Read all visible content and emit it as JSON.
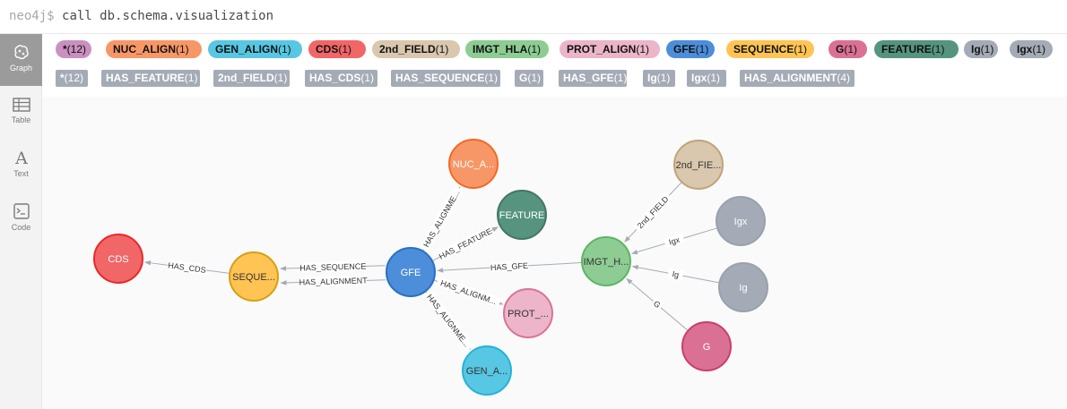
{
  "command": {
    "prompt": "neo4j$",
    "text": "call db.schema.visualization"
  },
  "sidebar": [
    {
      "label": "Graph",
      "icon": "graph-icon"
    },
    {
      "label": "Table",
      "icon": "table-icon"
    },
    {
      "label": "Text",
      "icon": "text-icon"
    },
    {
      "label": "Code",
      "icon": "code-icon"
    }
  ],
  "node_labels": [
    {
      "name": "*",
      "count": "(12)",
      "color": "#c990c0"
    },
    {
      "name": "NUC_ALIGN",
      "count": "(1)",
      "color": "#f79767"
    },
    {
      "name": "GEN_ALIGN",
      "count": "(1)",
      "color": "#57c7e3"
    },
    {
      "name": "CDS",
      "count": "(1)",
      "color": "#f16667"
    },
    {
      "name": "2nd_FIELD",
      "count": "(1)",
      "color": "#d9c8ae"
    },
    {
      "name": "IMGT_HLA",
      "count": "(1)",
      "color": "#8dcc93"
    },
    {
      "name": "PROT_ALIGN",
      "count": "(1)",
      "color": "#ecb5c9"
    },
    {
      "name": "GFE",
      "count": "(1)",
      "color": "#4c8eda"
    },
    {
      "name": "SEQUENCE",
      "count": "(1)",
      "color": "#ffc454"
    },
    {
      "name": "G",
      "count": "(1)",
      "color": "#da7194"
    },
    {
      "name": "FEATURE",
      "count": "(1)",
      "color": "#569480"
    },
    {
      "name": "Ig",
      "count": "(1)",
      "color": "#a5abb6"
    },
    {
      "name": "Igx",
      "count": "(1)",
      "color": "#a5abb6"
    }
  ],
  "rel_types": [
    {
      "name": "*",
      "count": "(12)"
    },
    {
      "name": "HAS_FEATURE",
      "count": "(1)"
    },
    {
      "name": "2nd_FIELD",
      "count": "(1)"
    },
    {
      "name": "HAS_CDS",
      "count": "(1)"
    },
    {
      "name": "HAS_SEQUENCE",
      "count": "(1)"
    },
    {
      "name": "G",
      "count": "(1)"
    },
    {
      "name": "HAS_GFE",
      "count": "(1)"
    },
    {
      "name": "Ig",
      "count": "(1)"
    },
    {
      "name": "Igx",
      "count": "(1)"
    },
    {
      "name": "HAS_ALIGNMENT",
      "count": "(4)"
    }
  ],
  "graph": {
    "nodes": [
      {
        "id": "cds",
        "label": "CDS",
        "color": "#f16667",
        "stroke": "#eb2728",
        "dark": false
      },
      {
        "id": "seq",
        "label": "SEQUE...",
        "color": "#ffc454",
        "stroke": "#d7a013",
        "dark": true
      },
      {
        "id": "gfe",
        "label": "GFE",
        "color": "#4c8eda",
        "stroke": "#2870c2",
        "dark": false
      },
      {
        "id": "nuc",
        "label": "NUC_A...",
        "color": "#f79767",
        "stroke": "#f36924",
        "dark": false
      },
      {
        "id": "feat",
        "label": "FEATURE",
        "color": "#569480",
        "stroke": "#447666",
        "dark": false
      },
      {
        "id": "prot",
        "label": "PROT_...",
        "color": "#ecb5c9",
        "stroke": "#da7298",
        "dark": true
      },
      {
        "id": "gen",
        "label": "GEN_A...",
        "color": "#57c7e3",
        "stroke": "#23b3d7",
        "dark": true
      },
      {
        "id": "imgt",
        "label": "IMGT_H...",
        "color": "#8dcc93",
        "stroke": "#5db665",
        "dark": true
      },
      {
        "id": "field",
        "label": "2nd_FIE...",
        "color": "#d9c8ae",
        "stroke": "#c0a378",
        "dark": true
      },
      {
        "id": "igx",
        "label": "Igx",
        "color": "#a5abb6",
        "stroke": "#9aa1ac",
        "dark": false
      },
      {
        "id": "ig",
        "label": "Ig",
        "color": "#a5abb6",
        "stroke": "#9aa1ac",
        "dark": false
      },
      {
        "id": "g",
        "label": "G",
        "color": "#da7194",
        "stroke": "#cc3c6c",
        "dark": false
      }
    ],
    "edges": [
      {
        "from": "seq",
        "to": "cds",
        "label": "HAS_CDS"
      },
      {
        "from": "gfe",
        "to": "seq",
        "label": "HAS_ALIGNMENT"
      },
      {
        "from": "gfe",
        "to": "seq",
        "label": "HAS_SEQUENCE"
      },
      {
        "from": "gfe",
        "to": "nuc",
        "label": "HAS_ALIGNME..."
      },
      {
        "from": "gfe",
        "to": "feat",
        "label": "HAS_FEATURE"
      },
      {
        "from": "gfe",
        "to": "prot",
        "label": "HAS_ALIGNM..."
      },
      {
        "from": "gfe",
        "to": "gen",
        "label": "HAS_ALIGNME..."
      },
      {
        "from": "imgt",
        "to": "gfe",
        "label": "HAS_GFE"
      },
      {
        "from": "field",
        "to": "imgt",
        "label": "2nd_FIELD"
      },
      {
        "from": "igx",
        "to": "imgt",
        "label": "Igx"
      },
      {
        "from": "ig",
        "to": "imgt",
        "label": "Ig"
      },
      {
        "from": "g",
        "to": "imgt",
        "label": "G"
      }
    ]
  }
}
